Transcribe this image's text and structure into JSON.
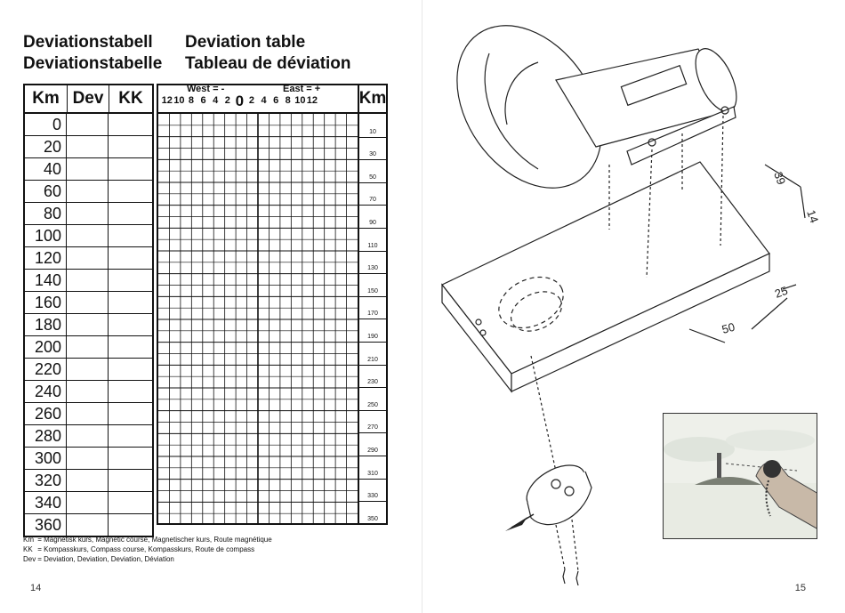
{
  "titles": {
    "sv": "Deviationstabell",
    "en": "Deviation table",
    "de": "Deviationstabelle",
    "fr": "Tableau de déviation"
  },
  "left_table": {
    "headers": [
      "Km",
      "Dev",
      "KK"
    ],
    "km_values": [
      "0",
      "20",
      "40",
      "60",
      "80",
      "100",
      "120",
      "140",
      "160",
      "180",
      "200",
      "220",
      "240",
      "260",
      "280",
      "300",
      "320",
      "340",
      "360"
    ]
  },
  "right_table": {
    "west_label": "West = -",
    "east_label": "East = +",
    "ticks": [
      "12",
      "10",
      "8",
      "6",
      "4",
      "2",
      "0",
      "2",
      "4",
      "6",
      "8",
      "10",
      "12"
    ],
    "km_header": "Km",
    "km_values": [
      "10",
      "30",
      "50",
      "70",
      "90",
      "110",
      "130",
      "150",
      "170",
      "190",
      "210",
      "230",
      "250",
      "270",
      "290",
      "310",
      "330",
      "350"
    ]
  },
  "legend": [
    {
      "key": "Km",
      "text": "= Magnetisk kurs, Magnetic course, Magnetischer kurs, Route magnétique"
    },
    {
      "key": "KK",
      "text": "= Kompasskurs, Compass course, Kompasskurs, Route de compass"
    },
    {
      "key": "Dev",
      "text": "= Deviation, Deviation, Deviation, Déviation"
    }
  ],
  "page_numbers": {
    "left": "14",
    "right": "15"
  },
  "dimensions": [
    "39",
    "14",
    "25",
    "50"
  ]
}
